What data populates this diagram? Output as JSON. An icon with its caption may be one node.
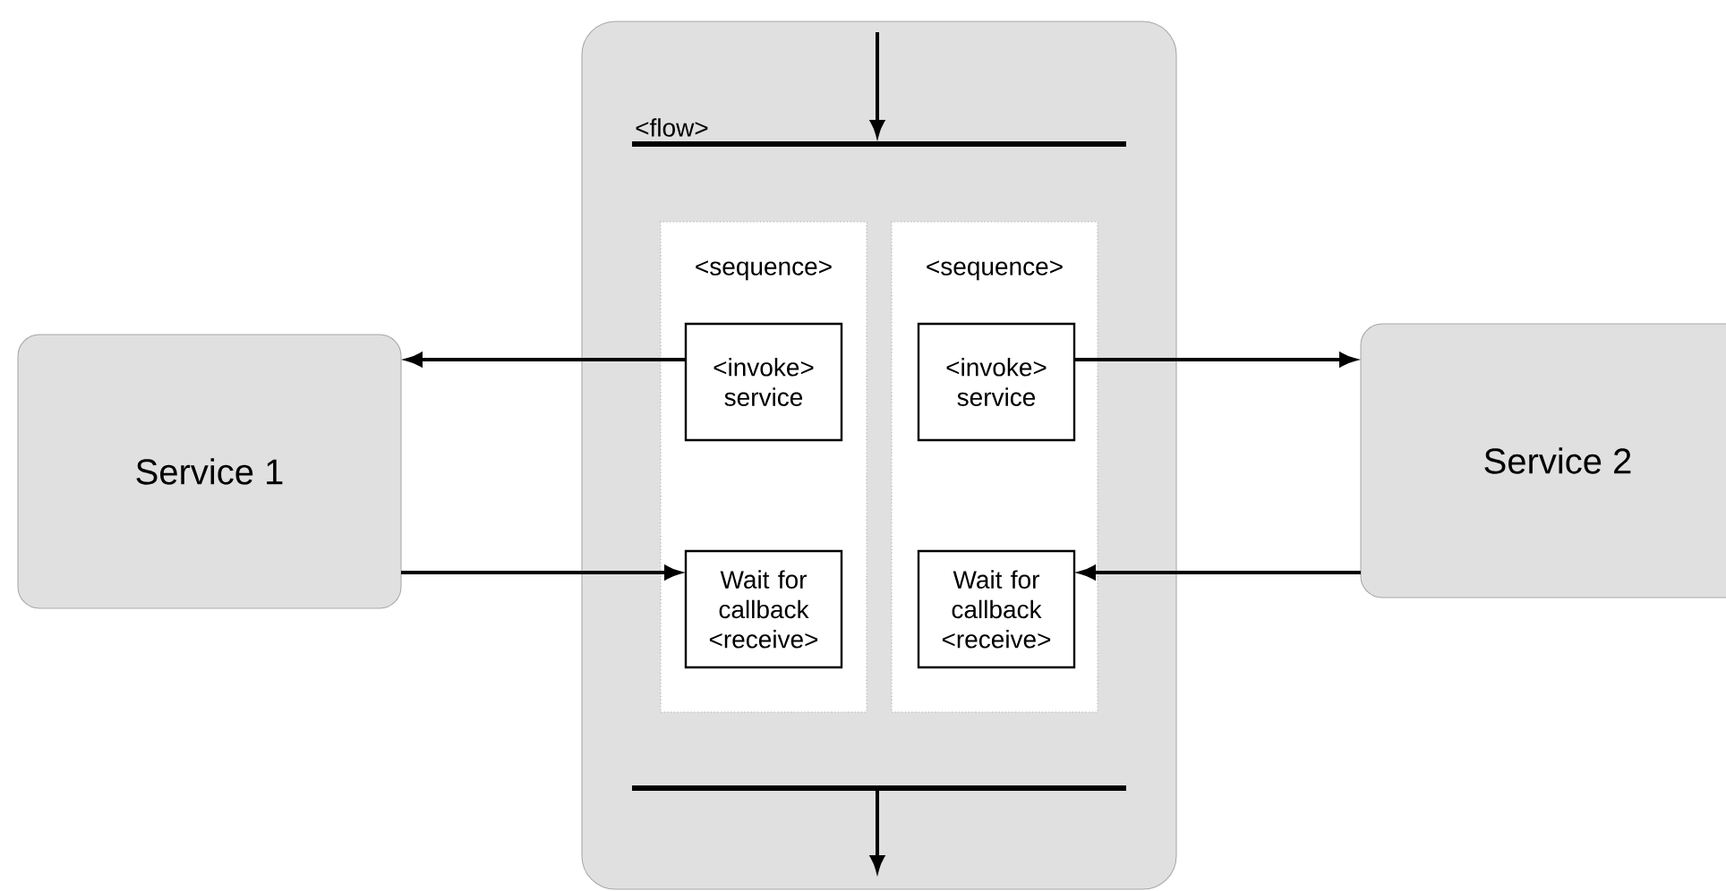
{
  "diagram": {
    "nodes": [
      {
        "text": [
          "Service 1"
        ]
      },
      {
        "text": [
          "<flow>"
        ]
      },
      {
        "text": [],
        "shape": "bar",
        "in": 1
      },
      {
        "text": [
          "<sequence>"
        ],
        "in": 1
      },
      {
        "text": [
          "<invoke> service"
        ],
        "in": 3
      },
      {
        "text": [
          "Wait for callback <receive>"
        ],
        "in": 3
      },
      {
        "text": [
          "<sequence>"
        ],
        "in": 1
      },
      {
        "text": [
          "<invoke> service"
        ],
        "in": 6
      },
      {
        "text": [
          "Wait for callback <receive>"
        ],
        "in": 6
      },
      {
        "text": [],
        "shape": "bar",
        "in": 1
      },
      {
        "text": [
          "Service 2"
        ]
      }
    ],
    "edges": [
      {
        "from": null,
        "to": 2,
        "arrow": "to"
      },
      {
        "from": 4,
        "to": 0,
        "arrow": "to"
      },
      {
        "from": 0,
        "to": 5,
        "arrow": "to"
      },
      {
        "from": 7,
        "to": 10,
        "arrow": "to"
      },
      {
        "from": 10,
        "to": 8,
        "arrow": "to"
      },
      {
        "from": 9,
        "to": null,
        "arrow": "to"
      }
    ]
  }
}
